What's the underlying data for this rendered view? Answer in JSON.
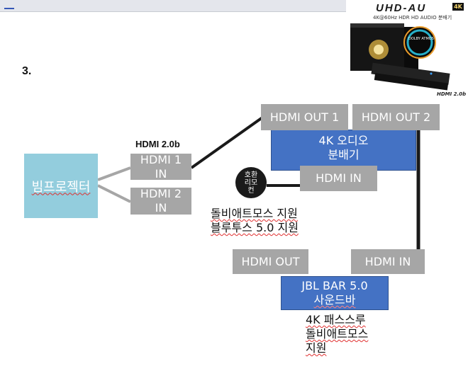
{
  "step_number": "3.",
  "input_label": "HDMI 2.0b",
  "projector_label": "빔프로젝터",
  "projector_inputs": [
    {
      "line1": "HDMI 1",
      "line2": "IN"
    },
    {
      "line1": "HDMI 2",
      "line2": "IN"
    }
  ],
  "splitter": {
    "name_line1": "4K 오디오",
    "name_line2": "분배기",
    "out1": "HDMI OUT 1",
    "out2": "HDMI OUT 2",
    "in": "HDMI IN",
    "features_line1": "돌비애트모스 지원",
    "features_line2": "블루투스 5.0 지원"
  },
  "remote": {
    "line1": "호환",
    "line2": "리모",
    "line3": "컨"
  },
  "soundbar": {
    "name_line1": "JBL BAR 5.0",
    "name_line2": "사운드바",
    "out": "HDMI OUT",
    "in": "HDMI IN",
    "features_line1": "4K 패스스루",
    "features_line2": "돌비애트모스",
    "features_line3": "지원"
  },
  "product_image": {
    "brand": "UHD-AU",
    "badge": "4K",
    "subtitle": "4K@60Hz HDR HD AUDIO 분배기",
    "dolby": "DOLBY ATMOS",
    "hdmi": "HDMI 2.0b"
  },
  "colors": {
    "box_gray": "#a6a6a6",
    "box_blue": "#4472c4",
    "projector": "#93cddd",
    "cable": "#1a1a1a",
    "link": "#a6a6a6"
  }
}
